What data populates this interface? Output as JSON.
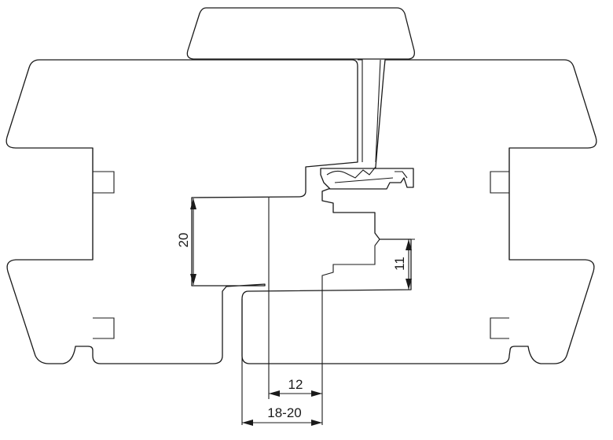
{
  "dimensions": {
    "height_left": "20",
    "height_right": "11",
    "width_inner": "12",
    "width_outer": "18-20"
  },
  "colors": {
    "line": "#1a1a1a",
    "background": "#ffffff"
  }
}
